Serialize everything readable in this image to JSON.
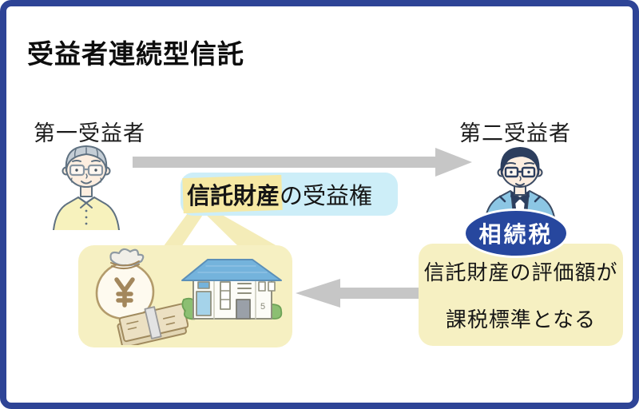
{
  "title": "受益者連続型信託",
  "beneficiaries": {
    "first": {
      "label": "第一受益者"
    },
    "second": {
      "label": "第二受益者"
    }
  },
  "benefit_label": {
    "highlighted": "信託財産",
    "suffix": "の受益権"
  },
  "tax_badge": {
    "label": "相続税"
  },
  "tax_note": {
    "line1": "信託財産の評価額が",
    "line2": "課税標準となる"
  },
  "trust_assets": {
    "money_symbol": "¥",
    "icons": [
      "money-bag-icon",
      "banknotes-icon",
      "house-icon"
    ]
  },
  "colors": {
    "frame_border": "#2e4496",
    "note_box_yellow": "#f6f0c2",
    "highlight_yellow": "#f6e9a4",
    "benefit_pill_cyan": "#cdeef8",
    "badge_navy": "#27479e",
    "arrow_gray": "#c6c6c6",
    "roof_blue": "#74b3dc",
    "jacket_blue": "#8cc6e4",
    "sweater_yellow": "#f7f2bd"
  }
}
